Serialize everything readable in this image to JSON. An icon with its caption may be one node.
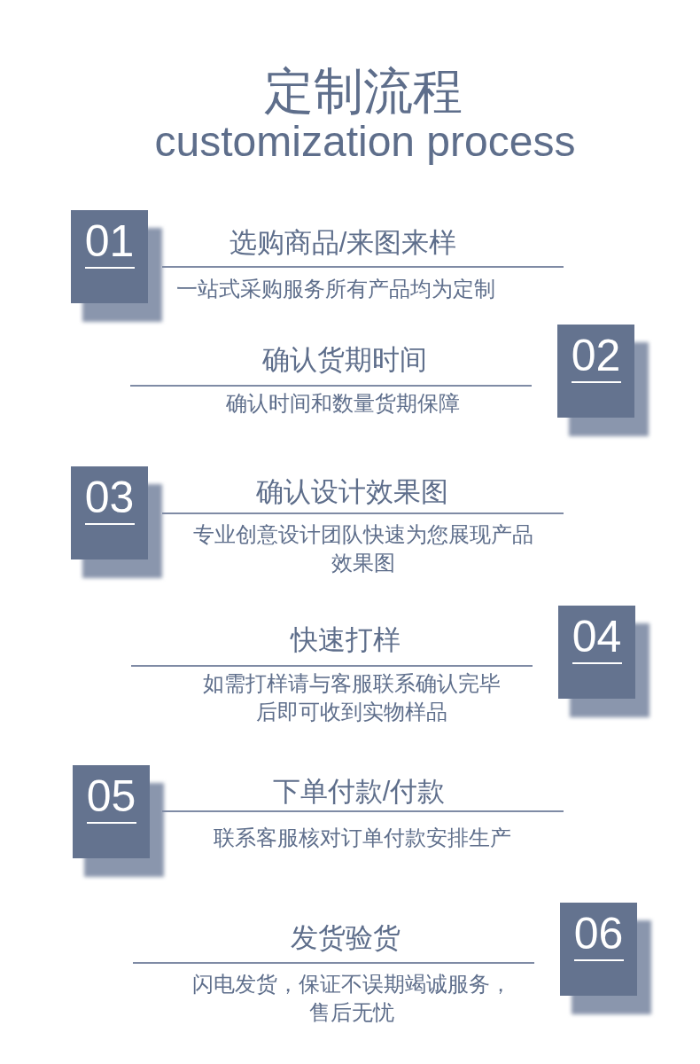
{
  "diagram": {
    "title": "定制流程",
    "nodes": [
      {
        "text": [
          "01"
        ],
        "beside": [
          "选购商品/来图来样",
          "一站式采购服务所有产品均为定制"
        ]
      },
      {
        "text": [
          "02"
        ],
        "beside": [
          "确认货期时间",
          "确认时间和数量货期保障"
        ]
      },
      {
        "text": [
          "03"
        ],
        "beside": [
          "确认设计效果图",
          "专业创意设计团队快速为您展现产品效果图"
        ]
      },
      {
        "text": [
          "04"
        ],
        "beside": [
          "快速打样",
          "如需打样请与客服联系确认完毕后即可收到实物样品"
        ]
      },
      {
        "text": [
          "05"
        ],
        "beside": [
          "下单付款/付款",
          "联系客服核对订单付款安排生产"
        ]
      },
      {
        "text": [
          "06"
        ],
        "beside": [
          "发货验货",
          "闪电发货，保证不误期竭诚服务，售后无忧"
        ]
      }
    ],
    "labels": [
      "customization process"
    ]
  }
}
